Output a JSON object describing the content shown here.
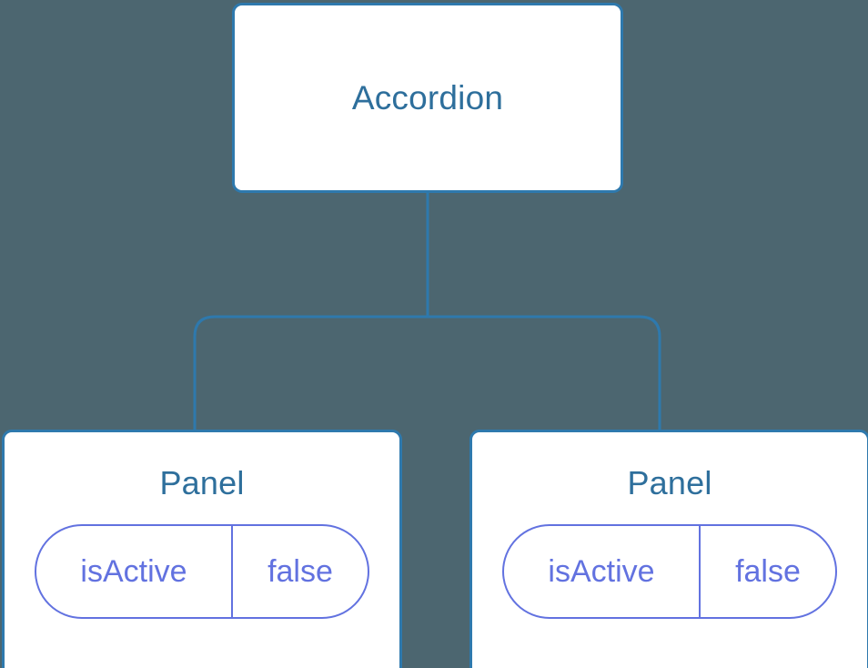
{
  "diagram": {
    "type": "component-tree",
    "background_color": "#4c6670",
    "node_border_color": "#2e79ad",
    "node_title_color": "#2e6f9c",
    "node_fill_color": "#ffffff",
    "pill_color": "#6272e0",
    "connector_color": "#2e79ad",
    "root": {
      "title": "Accordion"
    },
    "children": [
      {
        "title": "Panel",
        "state": {
          "key": "isActive",
          "value": "false"
        }
      },
      {
        "title": "Panel",
        "state": {
          "key": "isActive",
          "value": "false"
        }
      }
    ]
  }
}
